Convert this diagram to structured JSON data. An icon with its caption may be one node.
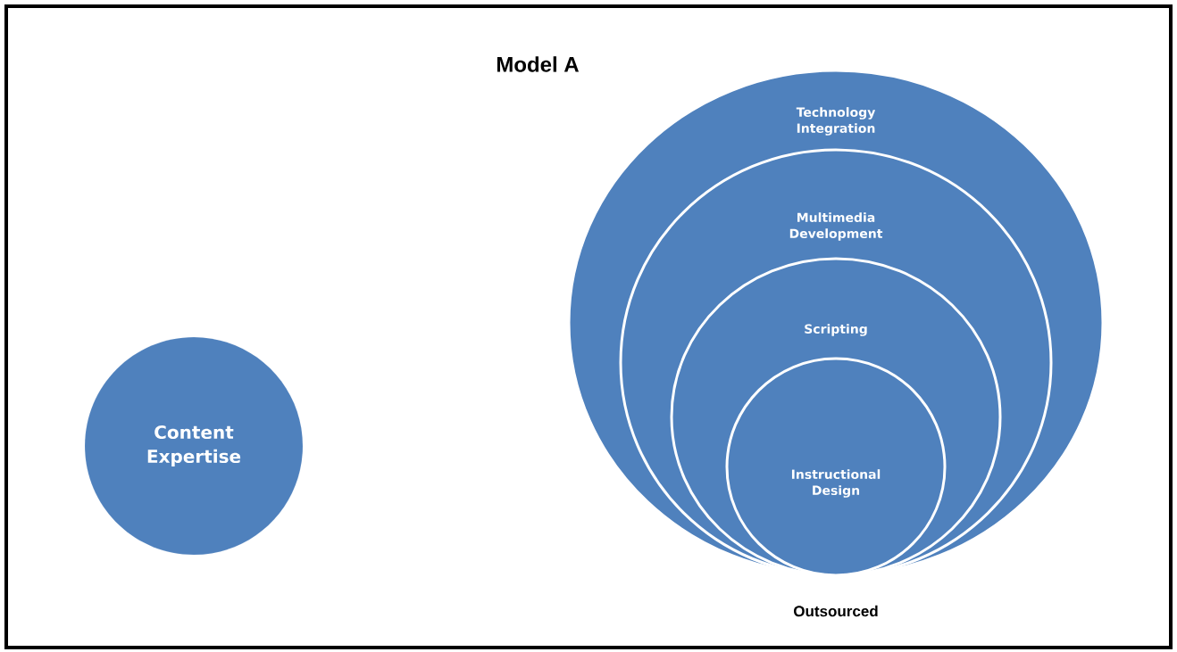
{
  "diagram": {
    "title": "Model A",
    "nodes": [
      {
        "text": [
          "Content Expertise"
        ]
      },
      {
        "text": [
          "Technology Integration"
        ]
      },
      {
        "text": [
          "Multimedia Development"
        ],
        "in": 1
      },
      {
        "text": [
          "Scripting"
        ],
        "in": 2
      },
      {
        "text": [
          "Instructional Design"
        ],
        "in": 3
      }
    ],
    "labels": [
      "Outsourced"
    ]
  }
}
